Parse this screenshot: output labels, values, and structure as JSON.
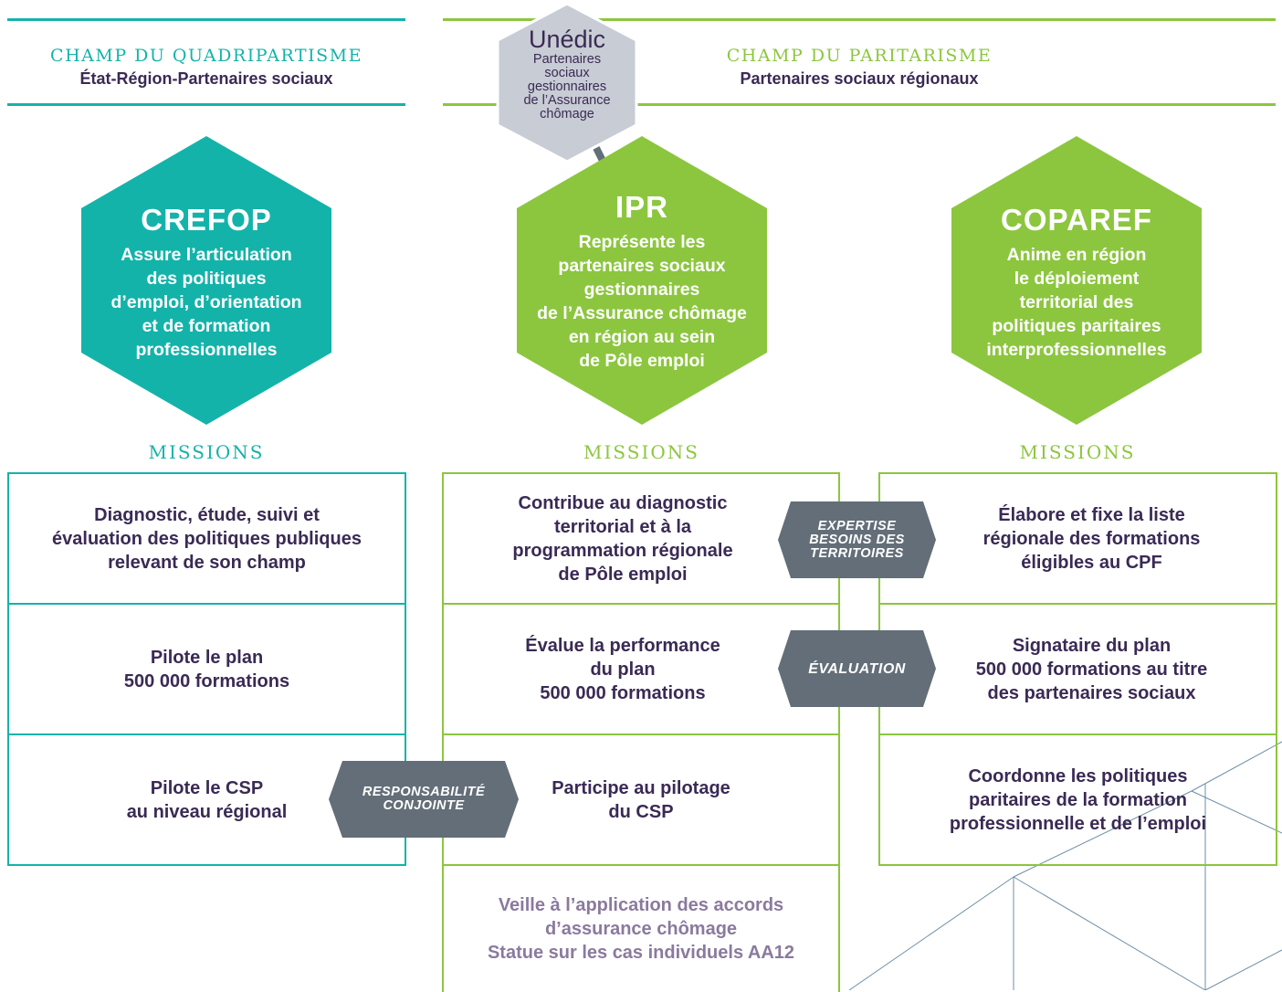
{
  "colors": {
    "teal": "#14b3aa",
    "green": "#8cc63f",
    "grey_tag": "#636e78",
    "unedic_grey": "#c8ccd4",
    "dark_text": "#3a2a55",
    "muted_text": "#8a7a9e"
  },
  "quadripartisme": {
    "title": "CHAMP DU QUADRIPARTISME",
    "subtitle": "État-Région-Partenaires sociaux"
  },
  "paritarisme": {
    "title": "CHAMP DU PARITARISME",
    "subtitle": "Partenaires sociaux régionaux"
  },
  "unedic": {
    "title": "Unédic",
    "desc": "Partenaires\nsociaux\ngestionnaires\nde l’Assurance\nchômage"
  },
  "crefop": {
    "title": "CREFOP",
    "desc": "Assure l’articulation\ndes politiques\nd’emploi, d’orientation\net de formation\nprofessionnelles",
    "missions_label": "MISSIONS",
    "missions": [
      "Diagnostic, étude, suivi et\névaluation des politiques publiques\nrelevant de son champ",
      "Pilote le plan\n500 000 formations",
      "Pilote le CSP\nau niveau régional"
    ]
  },
  "ipr": {
    "title": "IPR",
    "desc": "Représente les\npartenaires sociaux\ngestionnaires\nde l’Assurance chômage\nen région au sein\nde Pôle emploi",
    "missions_label": "MISSIONS",
    "missions": [
      "Contribue au diagnostic\nterritorial et à la\nprogrammation régionale\nde Pôle emploi",
      "Évalue la performance\ndu plan\n500 000 formations",
      "Participe au pilotage\ndu CSP"
    ],
    "extra": "Veille à l’application des accords\nd’assurance chômage\nStatue sur les cas individuels AA12"
  },
  "coparef": {
    "title": "COPAREF",
    "desc": "Anime en région\nle déploiement\nterritorial des\npolitiques paritaires\ninterprofessionnelles",
    "missions_label": "MISSIONS",
    "missions": [
      "Élabore et fixe la liste\nrégionale des formations\néligibles au CPF",
      "Signataire du plan\n500 000 formations au titre\ndes partenaires sociaux",
      "Coordonne les politiques\nparitaires de la formation\nprofessionnelle et de l’emploi"
    ]
  },
  "tags": {
    "expertise": "EXPERTISE\nBESOINS DES\nTERRITOIRES",
    "evaluation": "ÉVALUATION",
    "responsabilite": "RESPONSABILITÉ\nCONJOINTE"
  }
}
